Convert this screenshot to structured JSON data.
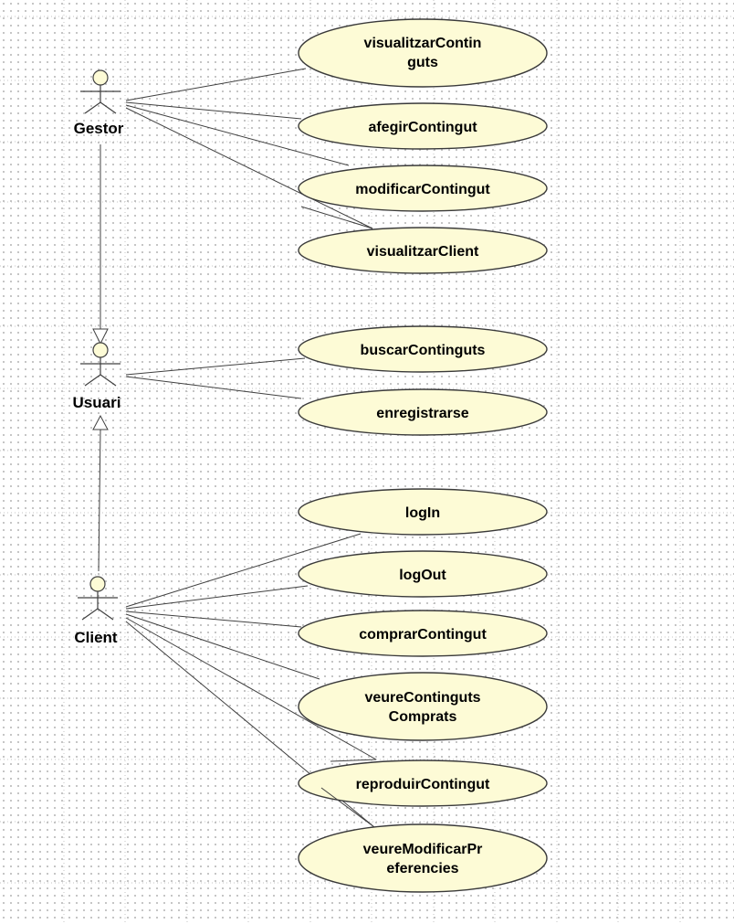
{
  "colors": {
    "usecase_fill": "#fdfbd6",
    "usecase_stroke": "#3a3a3a",
    "actor_head_fill": "#fdfbd6",
    "line": "#404040",
    "grid": "#c0c0c0"
  },
  "actors": {
    "gestor": "Gestor",
    "usuari": "Usuari",
    "client": "Client"
  },
  "usecases": {
    "visualitzarContinguts_1": "visualitzarContin",
    "visualitzarContinguts_2": "guts",
    "afegirContingut": "afegirContingut",
    "modificarContingut": "modificarContingut",
    "visualitzarClient": "visualitzarClient",
    "buscarContinguts": "buscarContinguts",
    "enregistrarse": "enregistrarse",
    "logIn": "logIn",
    "logOut": "logOut",
    "comprarContingut": "comprarContingut",
    "veureContingutsComprats_1": "veureContinguts",
    "veureContingutsComprats_2": "Comprats",
    "reproduirContingut": "reproduirContingut",
    "veureModificarPreferencies_1": "veureModificarPr",
    "veureModificarPreferencies_2": "eferencies"
  }
}
